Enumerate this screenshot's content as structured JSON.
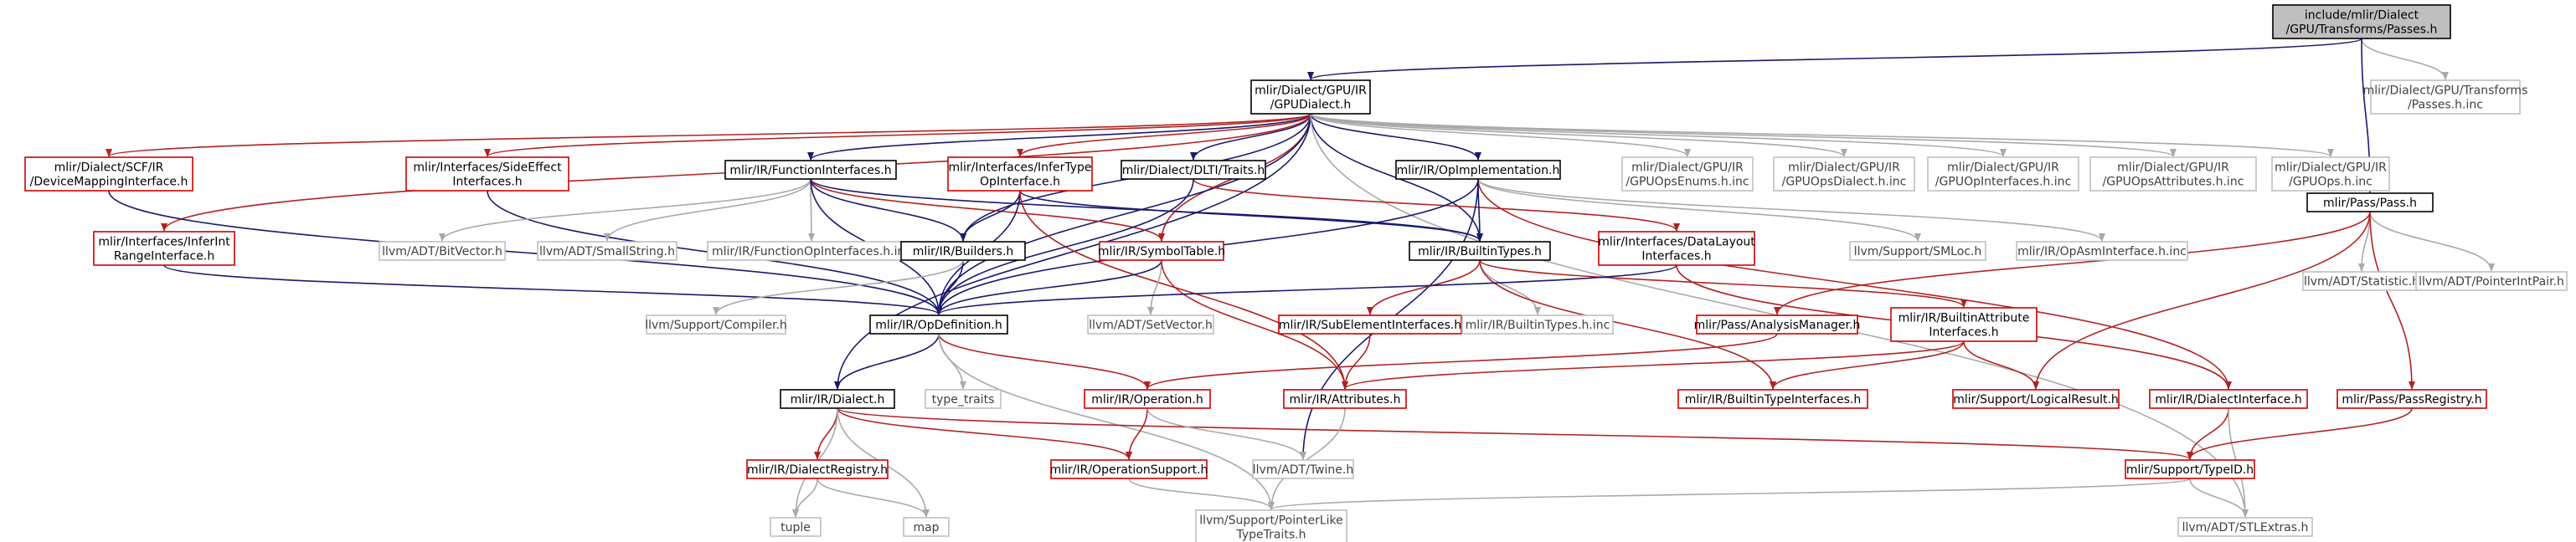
{
  "diagram": {
    "colors": {
      "main_fill": "#bfbfbf",
      "main_border": "#000000",
      "documented_border": "#000000",
      "partial_border": "#cc0000",
      "external_border": "#bfbfbf",
      "text": "#000000",
      "external_text": "#404040",
      "edge_blue": "#191970",
      "edge_gray": "#a9a9a9",
      "edge_red": "#b22222"
    },
    "nodes": [
      {
        "id": "passes",
        "lines": [
          "include/mlir/Dialect",
          "/GPU/Transforms/Passes.h"
        ],
        "style": "main"
      },
      {
        "id": "gpudialect",
        "lines": [
          "mlir/Dialect/GPU/IR",
          "/GPUDialect.h"
        ],
        "style": "doc"
      },
      {
        "id": "passes_inc",
        "lines": [
          "mlir/Dialect/GPU/Transforms",
          "/Passes.h.inc"
        ],
        "style": "ext"
      },
      {
        "id": "pass",
        "lines": [
          "mlir/Pass/Pass.h"
        ],
        "style": "doc"
      },
      {
        "id": "scf",
        "lines": [
          "mlir/Dialect/SCF/IR",
          "/DeviceMappingInterface.h"
        ],
        "style": "red"
      },
      {
        "id": "sideeffect",
        "lines": [
          "mlir/Interfaces/SideEffect",
          "Interfaces.h"
        ],
        "style": "red"
      },
      {
        "id": "funciface",
        "lines": [
          "mlir/IR/FunctionInterfaces.h"
        ],
        "style": "doc"
      },
      {
        "id": "infertype",
        "lines": [
          "mlir/Interfaces/InferType",
          "OpInterface.h"
        ],
        "style": "red"
      },
      {
        "id": "dlti",
        "lines": [
          "mlir/Dialect/DLTI/Traits.h"
        ],
        "style": "doc"
      },
      {
        "id": "opimpl",
        "lines": [
          "mlir/IR/OpImplementation.h"
        ],
        "style": "doc"
      },
      {
        "id": "opsenums",
        "lines": [
          "mlir/Dialect/GPU/IR",
          "/GPUOpsEnums.h.inc"
        ],
        "style": "ext"
      },
      {
        "id": "opsdialect",
        "lines": [
          "mlir/Dialect/GPU/IR",
          "/GPUOpsDialect.h.inc"
        ],
        "style": "ext"
      },
      {
        "id": "opinterfaces",
        "lines": [
          "mlir/Dialect/GPU/IR",
          "/GPUOpInterfaces.h.inc"
        ],
        "style": "ext"
      },
      {
        "id": "opsattrs",
        "lines": [
          "mlir/Dialect/GPU/IR",
          "/GPUOpsAttributes.h.inc"
        ],
        "style": "ext"
      },
      {
        "id": "opsinc",
        "lines": [
          "mlir/Dialect/GPU/IR",
          "/GPUOps.h.inc"
        ],
        "style": "ext"
      },
      {
        "id": "inferint",
        "lines": [
          "mlir/Interfaces/InferInt",
          "RangeInterface.h"
        ],
        "style": "red"
      },
      {
        "id": "bitvector",
        "lines": [
          "llvm/ADT/BitVector.h"
        ],
        "style": "ext"
      },
      {
        "id": "smallstring",
        "lines": [
          "llvm/ADT/SmallString.h"
        ],
        "style": "ext"
      },
      {
        "id": "funcopinc",
        "lines": [
          "mlir/IR/FunctionOpInterfaces.h.inc"
        ],
        "style": "ext"
      },
      {
        "id": "builders",
        "lines": [
          "mlir/IR/Builders.h"
        ],
        "style": "doc"
      },
      {
        "id": "symboltable",
        "lines": [
          "mlir/IR/SymbolTable.h"
        ],
        "style": "red"
      },
      {
        "id": "builtintypes",
        "lines": [
          "mlir/IR/BuiltinTypes.h"
        ],
        "style": "doc"
      },
      {
        "id": "datalayout",
        "lines": [
          "mlir/Interfaces/DataLayout",
          "Interfaces.h"
        ],
        "style": "red"
      },
      {
        "id": "smloc",
        "lines": [
          "llvm/Support/SMLoc.h"
        ],
        "style": "ext"
      },
      {
        "id": "opasm",
        "lines": [
          "mlir/IR/OpAsmInterface.h.inc"
        ],
        "style": "ext"
      },
      {
        "id": "statistic",
        "lines": [
          "llvm/ADT/Statistic.h"
        ],
        "style": "ext"
      },
      {
        "id": "ptrintpair",
        "lines": [
          "llvm/ADT/PointerIntPair.h"
        ],
        "style": "ext"
      },
      {
        "id": "opdef",
        "lines": [
          "mlir/IR/OpDefinition.h"
        ],
        "style": "doc"
      },
      {
        "id": "compiler",
        "lines": [
          "llvm/Support/Compiler.h"
        ],
        "style": "ext"
      },
      {
        "id": "setvector",
        "lines": [
          "llvm/ADT/SetVector.h"
        ],
        "style": "ext"
      },
      {
        "id": "subelem",
        "lines": [
          "mlir/IR/SubElementInterfaces.h"
        ],
        "style": "red"
      },
      {
        "id": "builtintypesinc",
        "lines": [
          "mlir/IR/BuiltinTypes.h.inc"
        ],
        "style": "ext"
      },
      {
        "id": "analysismgr",
        "lines": [
          "mlir/Pass/AnalysisManager.h"
        ],
        "style": "red"
      },
      {
        "id": "builtinattr",
        "lines": [
          "mlir/IR/BuiltinAttribute",
          "Interfaces.h"
        ],
        "style": "red"
      },
      {
        "id": "dialect",
        "lines": [
          "mlir/IR/Dialect.h"
        ],
        "style": "doc"
      },
      {
        "id": "typetraits",
        "lines": [
          "type_traits"
        ],
        "style": "ext"
      },
      {
        "id": "operation",
        "lines": [
          "mlir/IR/Operation.h"
        ],
        "style": "red"
      },
      {
        "id": "attributes",
        "lines": [
          "mlir/IR/Attributes.h"
        ],
        "style": "red"
      },
      {
        "id": "builtintypeifaces",
        "lines": [
          "mlir/IR/BuiltinTypeInterfaces.h"
        ],
        "style": "red"
      },
      {
        "id": "logicalresult",
        "lines": [
          "mlir/Support/LogicalResult.h"
        ],
        "style": "red"
      },
      {
        "id": "dialectiface",
        "lines": [
          "mlir/IR/DialectInterface.h"
        ],
        "style": "red"
      },
      {
        "id": "passregistry",
        "lines": [
          "mlir/Pass/PassRegistry.h"
        ],
        "style": "red"
      },
      {
        "id": "dialectregistry",
        "lines": [
          "mlir/IR/DialectRegistry.h"
        ],
        "style": "red"
      },
      {
        "id": "opsupport",
        "lines": [
          "mlir/IR/OperationSupport.h"
        ],
        "style": "red"
      },
      {
        "id": "twine",
        "lines": [
          "llvm/ADT/Twine.h"
        ],
        "style": "ext"
      },
      {
        "id": "typeid",
        "lines": [
          "mlir/Support/TypeID.h"
        ],
        "style": "red"
      },
      {
        "id": "tuple",
        "lines": [
          "tuple"
        ],
        "style": "ext"
      },
      {
        "id": "map",
        "lines": [
          "map"
        ],
        "style": "ext"
      },
      {
        "id": "ptrliketraits",
        "lines": [
          "llvm/Support/PointerLike",
          "TypeTraits.h"
        ],
        "style": "ext"
      },
      {
        "id": "stlextras",
        "lines": [
          "llvm/ADT/STLExtras.h"
        ],
        "style": "ext"
      }
    ],
    "edges": [
      [
        "passes",
        "gpudialect",
        "blue"
      ],
      [
        "passes",
        "passes_inc",
        "gray"
      ],
      [
        "passes",
        "pass",
        "blue"
      ],
      [
        "gpudialect",
        "scf",
        "red"
      ],
      [
        "gpudialect",
        "sideeffect",
        "red"
      ],
      [
        "gpudialect",
        "funciface",
        "blue"
      ],
      [
        "gpudialect",
        "infertype",
        "red"
      ],
      [
        "gpudialect",
        "dlti",
        "blue"
      ],
      [
        "gpudialect",
        "opimpl",
        "blue"
      ],
      [
        "gpudialect",
        "opsenums",
        "gray"
      ],
      [
        "gpudialect",
        "opsdialect",
        "gray"
      ],
      [
        "gpudialect",
        "opinterfaces",
        "gray"
      ],
      [
        "gpudialect",
        "opsattrs",
        "gray"
      ],
      [
        "gpudialect",
        "opsinc",
        "gray"
      ],
      [
        "gpudialect",
        "inferint",
        "red"
      ],
      [
        "gpudialect",
        "builders",
        "blue"
      ],
      [
        "gpudialect",
        "symboltable",
        "red"
      ],
      [
        "gpudialect",
        "builtintypes",
        "blue"
      ],
      [
        "gpudialect",
        "opdef",
        "blue"
      ],
      [
        "gpudialect",
        "dialect",
        "blue"
      ],
      [
        "gpudialect",
        "stlextras",
        "gray"
      ],
      [
        "scf",
        "opdef",
        "blue"
      ],
      [
        "sideeffect",
        "opdef",
        "blue"
      ],
      [
        "inferint",
        "opdef",
        "blue"
      ],
      [
        "funciface",
        "bitvector",
        "gray"
      ],
      [
        "funciface",
        "smallstring",
        "gray"
      ],
      [
        "funciface",
        "funcopinc",
        "gray"
      ],
      [
        "funciface",
        "builders",
        "blue"
      ],
      [
        "funciface",
        "symboltable",
        "red"
      ],
      [
        "funciface",
        "builtintypes",
        "blue"
      ],
      [
        "funciface",
        "opdef",
        "blue"
      ],
      [
        "infertype",
        "builders",
        "blue"
      ],
      [
        "infertype",
        "builtintypes",
        "blue"
      ],
      [
        "infertype",
        "opdef",
        "blue"
      ],
      [
        "infertype",
        "attributes",
        "red"
      ],
      [
        "dlti",
        "opdef",
        "blue"
      ],
      [
        "dlti",
        "datalayout",
        "red"
      ],
      [
        "opimpl",
        "builtintypes",
        "blue"
      ],
      [
        "opimpl",
        "opdef",
        "blue"
      ],
      [
        "opimpl",
        "smloc",
        "gray"
      ],
      [
        "opimpl",
        "opasm",
        "gray"
      ],
      [
        "opimpl",
        "dialectiface",
        "red"
      ],
      [
        "opimpl",
        "twine",
        "blue"
      ],
      [
        "builders",
        "opdef",
        "blue"
      ],
      [
        "builders",
        "compiler",
        "gray"
      ],
      [
        "symboltable",
        "opdef",
        "blue"
      ],
      [
        "symboltable",
        "setvector",
        "gray"
      ],
      [
        "symboltable",
        "attributes",
        "red"
      ],
      [
        "builtintypes",
        "subelem",
        "red"
      ],
      [
        "builtintypes",
        "builtintypesinc",
        "gray"
      ],
      [
        "builtintypes",
        "builtinattr",
        "red"
      ],
      [
        "builtintypes",
        "builtintypeifaces",
        "red"
      ],
      [
        "datalayout",
        "opdef",
        "blue"
      ],
      [
        "datalayout",
        "dialectiface",
        "red"
      ],
      [
        "pass",
        "analysismgr",
        "red"
      ],
      [
        "pass",
        "statistic",
        "gray"
      ],
      [
        "pass",
        "ptrintpair",
        "gray"
      ],
      [
        "pass",
        "logicalresult",
        "red"
      ],
      [
        "pass",
        "passregistry",
        "red"
      ],
      [
        "opdef",
        "dialect",
        "blue"
      ],
      [
        "opdef",
        "typetraits",
        "gray"
      ],
      [
        "opdef",
        "operation",
        "red"
      ],
      [
        "opdef",
        "ptrliketraits",
        "gray"
      ],
      [
        "subelem",
        "attributes",
        "red"
      ],
      [
        "analysismgr",
        "operation",
        "red"
      ],
      [
        "builtinattr",
        "attributes",
        "red"
      ],
      [
        "builtinattr",
        "logicalresult",
        "red"
      ],
      [
        "builtinattr",
        "builtintypeifaces",
        "red"
      ],
      [
        "dialect",
        "dialectregistry",
        "red"
      ],
      [
        "dialect",
        "opsupport",
        "red"
      ],
      [
        "dialect",
        "typeid",
        "red"
      ],
      [
        "dialect",
        "tuple",
        "gray"
      ],
      [
        "dialect",
        "map",
        "gray"
      ],
      [
        "operation",
        "opsupport",
        "red"
      ],
      [
        "operation",
        "twine",
        "gray"
      ],
      [
        "attributes",
        "ptrliketraits",
        "gray"
      ],
      [
        "dialectiface",
        "typeid",
        "red"
      ],
      [
        "dialectiface",
        "stlextras",
        "gray"
      ],
      [
        "passregistry",
        "typeid",
        "red"
      ],
      [
        "dialectregistry",
        "tuple",
        "gray"
      ],
      [
        "dialectregistry",
        "map",
        "gray"
      ],
      [
        "opsupport",
        "ptrliketraits",
        "gray"
      ],
      [
        "typeid",
        "ptrliketraits",
        "gray"
      ],
      [
        "typeid",
        "stlextras",
        "gray"
      ]
    ]
  }
}
